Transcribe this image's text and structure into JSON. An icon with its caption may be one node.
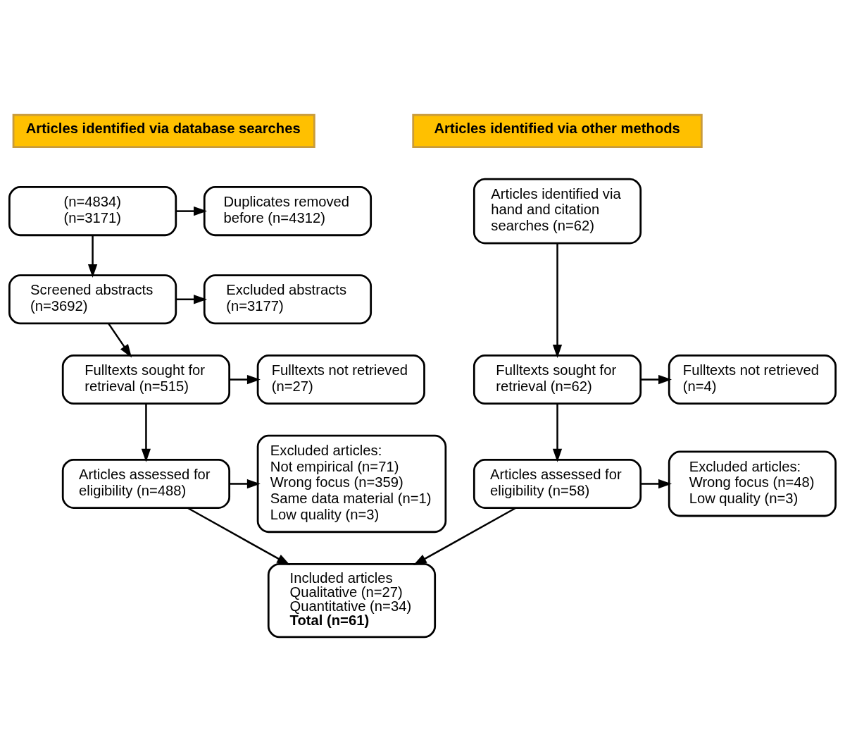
{
  "diagram": {
    "nodes": [
      {
        "text": [
          "Articles identified via database searches"
        ]
      },
      {
        "text": [
          "Articles identified via other methods"
        ]
      },
      {
        "text": [
          "(n=4834)",
          "(n=3171)"
        ]
      },
      {
        "text": [
          "Duplicates removed before (n=4312)"
        ]
      },
      {
        "text": [
          "Articles identified via hand and citation searches (n=62)"
        ]
      },
      {
        "text": [
          "Screened abstracts (n=3692)"
        ]
      },
      {
        "text": [
          "Excluded abstracts (n=3177)"
        ]
      },
      {
        "text": [
          "Fulltexts sought for retrieval (n=515)"
        ]
      },
      {
        "text": [
          "Fulltexts not retrieved (n=27)"
        ]
      },
      {
        "text": [
          "Fulltexts sought for retrieval (n=62)"
        ]
      },
      {
        "text": [
          "Fulltexts not retrieved (n=4)"
        ]
      },
      {
        "text": [
          "Articles assessed for eligibility (n=488)"
        ]
      },
      {
        "text": [
          "Excluded articles:",
          "Not empirical (n=71)",
          "Wrong focus (n=359)",
          "Same data material (n=1)",
          "Low quality (n=3)"
        ]
      },
      {
        "text": [
          "Articles assessed for eligibility (n=58)"
        ]
      },
      {
        "text": [
          "Excluded articles:",
          "Wrong focus (n=48)",
          "Low quality (n=3)"
        ]
      },
      {
        "text": [
          "Included articles",
          "Qualitative (n=27)",
          "Quantitative (n=34)",
          "**Total (n=61)**"
        ]
      }
    ],
    "edges": [
      {
        "from": 2,
        "to": 3,
        "arrow": "to"
      },
      {
        "from": 2,
        "to": 5,
        "arrow": "to"
      },
      {
        "from": 4,
        "to": 9,
        "arrow": "to"
      },
      {
        "from": 5,
        "to": 6,
        "arrow": "to"
      },
      {
        "from": 5,
        "to": 7,
        "arrow": "to"
      },
      {
        "from": 7,
        "to": 8,
        "arrow": "to"
      },
      {
        "from": 9,
        "to": 10,
        "arrow": "to"
      },
      {
        "from": 7,
        "to": 11,
        "arrow": "to"
      },
      {
        "from": 9,
        "to": 13,
        "arrow": "to"
      },
      {
        "from": 11,
        "to": 12,
        "arrow": "to"
      },
      {
        "from": 13,
        "to": 14,
        "arrow": "to"
      },
      {
        "from": 11,
        "to": 15,
        "arrow": "to"
      },
      {
        "from": 13,
        "to": 15,
        "arrow": "to"
      }
    ]
  }
}
